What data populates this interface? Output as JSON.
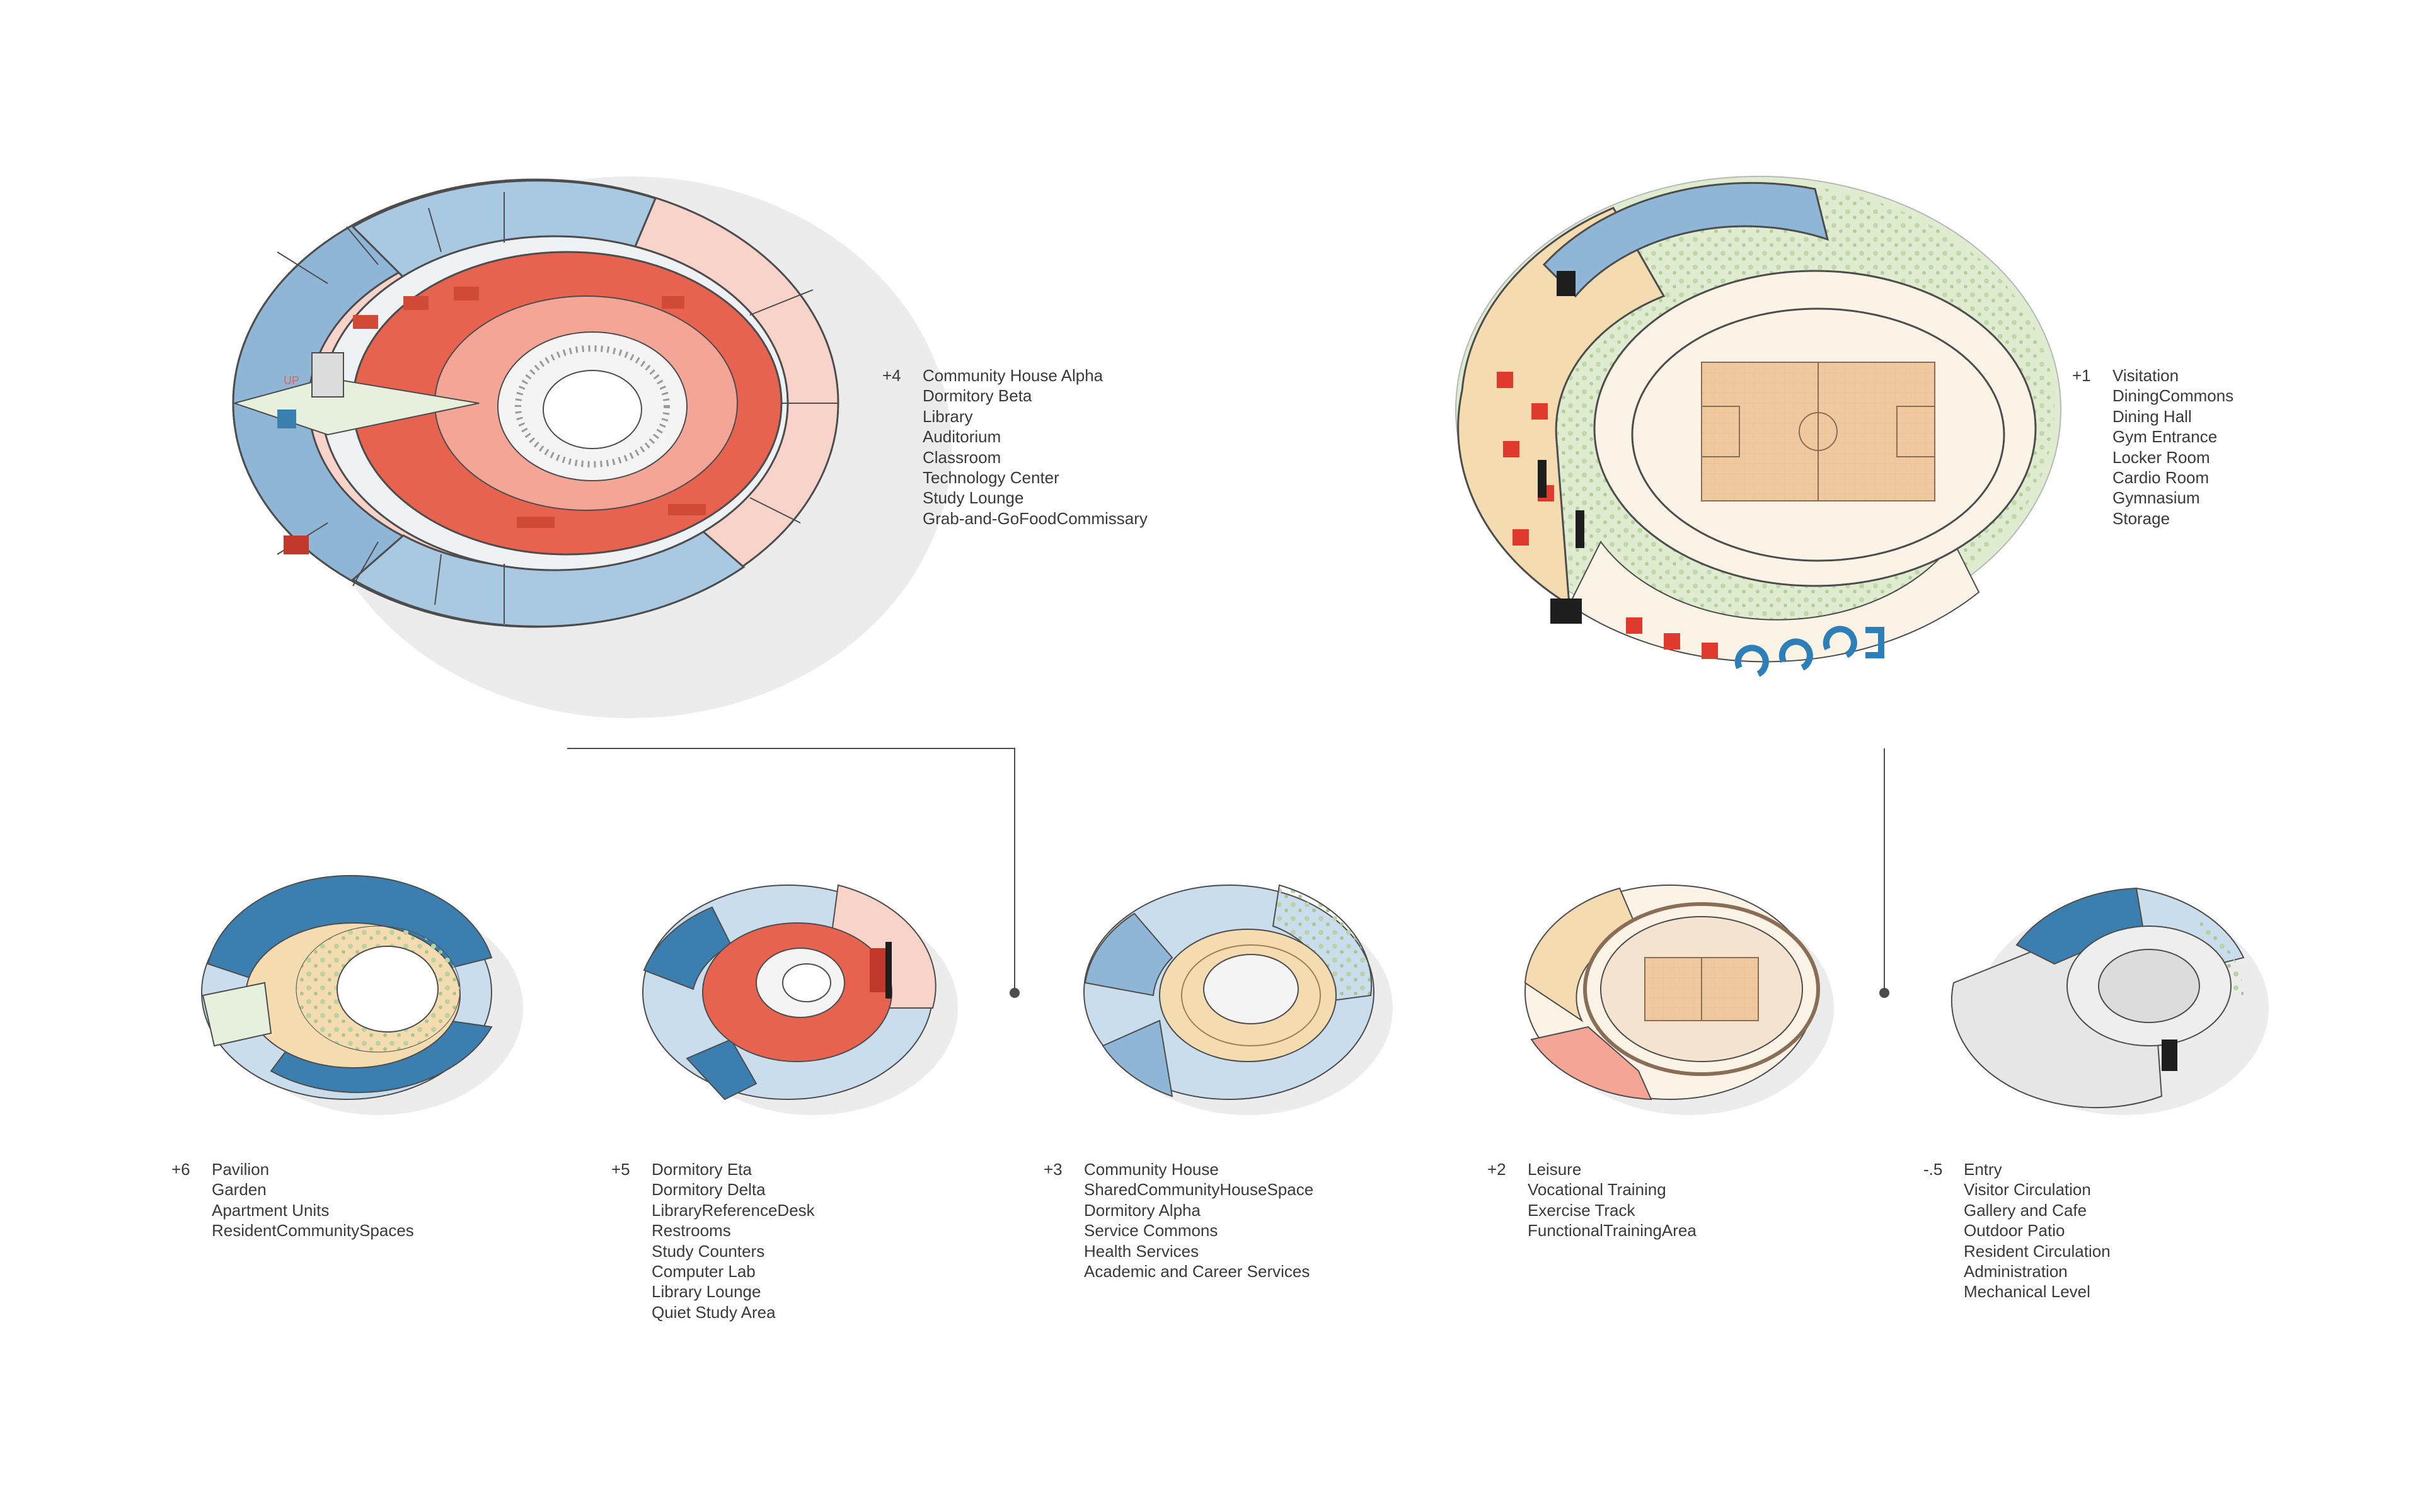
{
  "colors": {
    "blue": "#8fb6d6",
    "light_blue": "#c9dded",
    "dark_blue": "#3a7fb0",
    "red": "#e8634f",
    "salmon": "#f4a596",
    "pink": "#f8d3ca",
    "tan": "#f5dbb0",
    "cream": "#fbf3e6",
    "green": "#dfeccf",
    "grey": "#e6e6e6",
    "court": "#f1c9a1",
    "line": "#4d4d4d"
  },
  "levels": [
    {
      "id": "plus4",
      "level": "+4",
      "items": [
        "Community House Alpha",
        "Dormitory Beta",
        "Library",
        "Auditorium",
        "Classroom",
        "Technology Center",
        "Study Lounge",
        "Grab-and-GoFoodCommissary"
      ]
    },
    {
      "id": "plus1",
      "level": "+1",
      "items": [
        "Visitation",
        "DiningCommons",
        "Dining Hall",
        "Gym Entrance",
        "Locker Room",
        "Cardio Room",
        "Gymnasium",
        "Storage"
      ]
    },
    {
      "id": "plus6",
      "level": "+6",
      "items": [
        "Pavilion",
        "Garden",
        "Apartment Units",
        "ResidentCommunitySpaces"
      ]
    },
    {
      "id": "plus5",
      "level": "+5",
      "items": [
        "Dormitory Eta",
        "Dormitory Delta",
        "LibraryReferenceDesk",
        "Restrooms",
        "Study Counters",
        "Computer Lab",
        "Library Lounge",
        "Quiet Study Area"
      ]
    },
    {
      "id": "plus3",
      "level": "+3",
      "items": [
        "Community House",
        "SharedCommunityHouseSpace",
        "Dormitory Alpha",
        "Service Commons",
        "Health Services",
        "Academic and Career Services"
      ]
    },
    {
      "id": "plus2",
      "level": "+2",
      "items": [
        "Leisure",
        "Vocational Training",
        "Exercise Track",
        "FunctionalTrainingArea"
      ]
    },
    {
      "id": "minus05",
      "level": "-.5",
      "items": [
        "Entry",
        "Visitor Circulation",
        "Gallery and Cafe",
        "Outdoor Patio",
        "Resident Circulation",
        "Administration",
        "Mechanical Level"
      ]
    }
  ],
  "annotations": {
    "up": "UP"
  }
}
